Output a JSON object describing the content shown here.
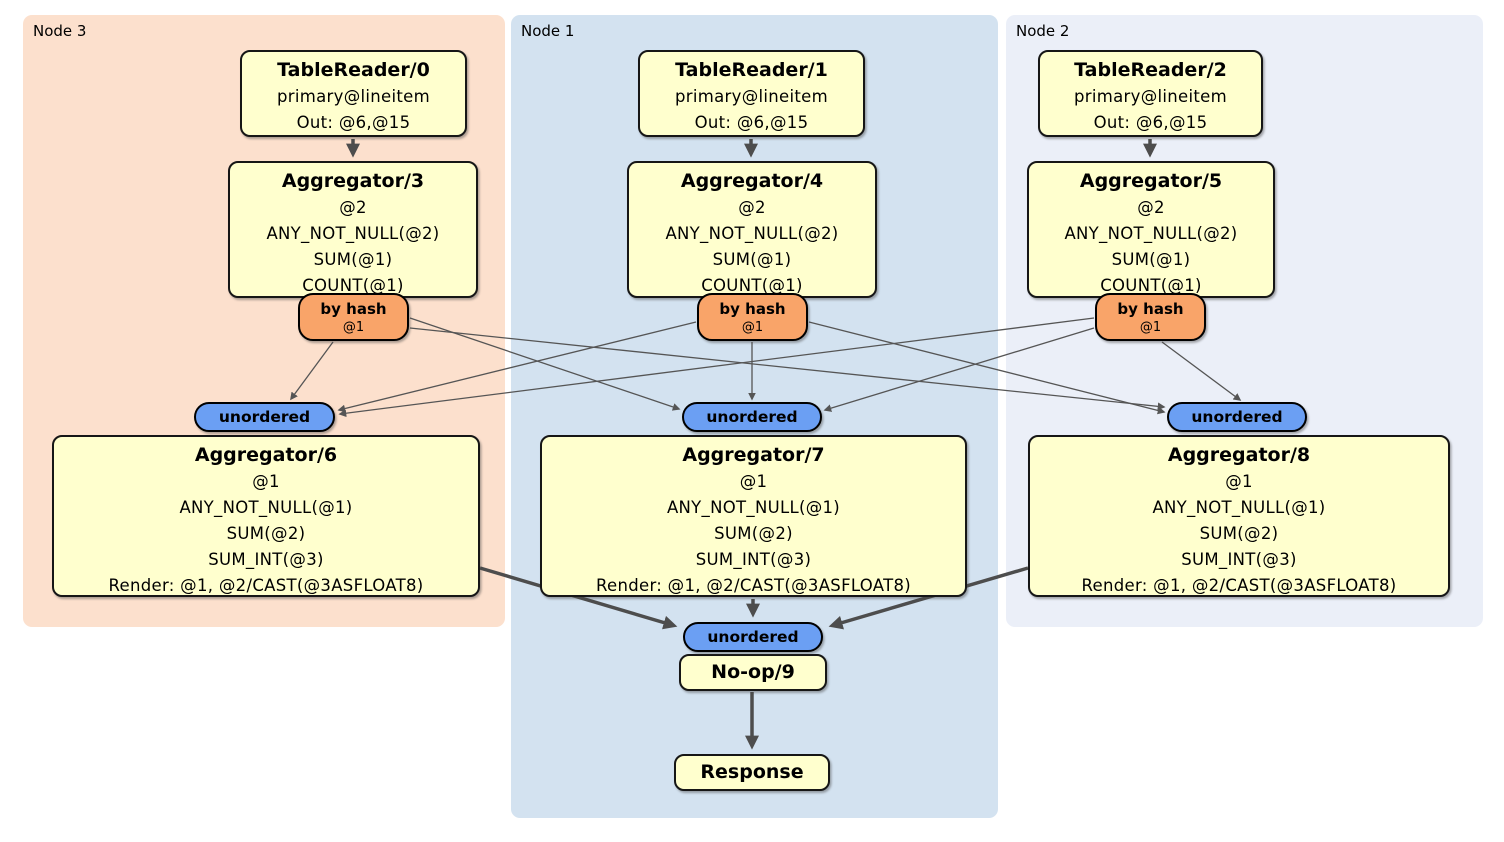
{
  "regions": {
    "node3": {
      "label": "Node 3",
      "bg": "#fce0cd"
    },
    "node1": {
      "label": "Node 1",
      "bg": "#d3e2f0"
    },
    "node2": {
      "label": "Node 2",
      "bg": "#ebeff8"
    }
  },
  "colors": {
    "processor_fill": "#ffffce",
    "router_fill": "#f9a469",
    "synchronizer_fill": "#6b9ff3",
    "edge_thin": "#555555",
    "edge_thick": "#4d4d4d"
  },
  "processors": {
    "tablereader0": {
      "title": "TableReader/0",
      "lines": [
        "primary@lineitem",
        "Out: @6,@15"
      ]
    },
    "tablereader1": {
      "title": "TableReader/1",
      "lines": [
        "primary@lineitem",
        "Out: @6,@15"
      ]
    },
    "tablereader2": {
      "title": "TableReader/2",
      "lines": [
        "primary@lineitem",
        "Out: @6,@15"
      ]
    },
    "aggregator3": {
      "title": "Aggregator/3",
      "lines": [
        "@2",
        "ANY_NOT_NULL(@2)",
        "SUM(@1)",
        "COUNT(@1)"
      ]
    },
    "aggregator4": {
      "title": "Aggregator/4",
      "lines": [
        "@2",
        "ANY_NOT_NULL(@2)",
        "SUM(@1)",
        "COUNT(@1)"
      ]
    },
    "aggregator5": {
      "title": "Aggregator/5",
      "lines": [
        "@2",
        "ANY_NOT_NULL(@2)",
        "SUM(@1)",
        "COUNT(@1)"
      ]
    },
    "aggregator6": {
      "title": "Aggregator/6",
      "lines": [
        "@1",
        "ANY_NOT_NULL(@1)",
        "SUM(@2)",
        "SUM_INT(@3)",
        "Render: @1, @2/CAST(@3ASFLOAT8)"
      ]
    },
    "aggregator7": {
      "title": "Aggregator/7",
      "lines": [
        "@1",
        "ANY_NOT_NULL(@1)",
        "SUM(@2)",
        "SUM_INT(@3)",
        "Render: @1, @2/CAST(@3ASFLOAT8)"
      ]
    },
    "aggregator8": {
      "title": "Aggregator/8",
      "lines": [
        "@1",
        "ANY_NOT_NULL(@1)",
        "SUM(@2)",
        "SUM_INT(@3)",
        "Render: @1, @2/CAST(@3ASFLOAT8)"
      ]
    },
    "noop9": {
      "title": "No-op/9"
    },
    "response": {
      "title": "Response"
    }
  },
  "router": {
    "label": "by hash",
    "sublabel": "@1"
  },
  "synchronizer": {
    "label": "unordered"
  },
  "edges": [
    {
      "from": "TableReader/0",
      "to": "Aggregator/3",
      "style": "thick"
    },
    {
      "from": "TableReader/1",
      "to": "Aggregator/4",
      "style": "thick"
    },
    {
      "from": "TableReader/2",
      "to": "Aggregator/5",
      "style": "thick"
    },
    {
      "from": "by hash (Node 3)",
      "to": "unordered (Node 3)",
      "style": "thin"
    },
    {
      "from": "by hash (Node 3)",
      "to": "unordered (Node 1)",
      "style": "thin"
    },
    {
      "from": "by hash (Node 3)",
      "to": "unordered (Node 2)",
      "style": "thin"
    },
    {
      "from": "by hash (Node 1)",
      "to": "unordered (Node 3)",
      "style": "thin"
    },
    {
      "from": "by hash (Node 1)",
      "to": "unordered (Node 1)",
      "style": "thin"
    },
    {
      "from": "by hash (Node 1)",
      "to": "unordered (Node 2)",
      "style": "thin"
    },
    {
      "from": "by hash (Node 2)",
      "to": "unordered (Node 3)",
      "style": "thin"
    },
    {
      "from": "by hash (Node 2)",
      "to": "unordered (Node 1)",
      "style": "thin"
    },
    {
      "from": "by hash (Node 2)",
      "to": "unordered (Node 2)",
      "style": "thin"
    },
    {
      "from": "Aggregator/6",
      "to": "unordered (final)",
      "style": "thick"
    },
    {
      "from": "Aggregator/7",
      "to": "unordered (final)",
      "style": "thick"
    },
    {
      "from": "Aggregator/8",
      "to": "unordered (final)",
      "style": "thick"
    },
    {
      "from": "No-op/9",
      "to": "Response",
      "style": "thick"
    }
  ]
}
